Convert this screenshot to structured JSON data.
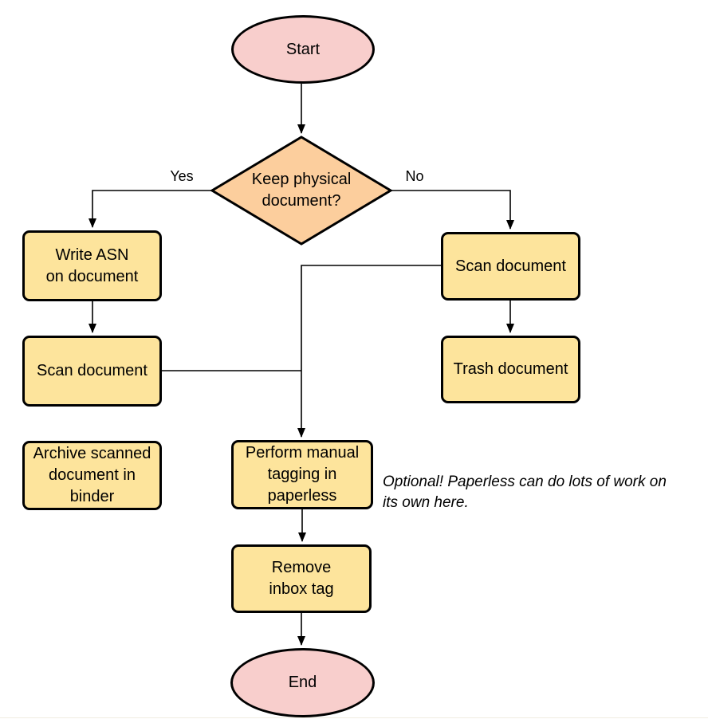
{
  "colors": {
    "terminal_fill": "#f8cecc",
    "decision_fill": "#fcce9d",
    "process_fill": "#fde49c",
    "stroke": "#000000"
  },
  "nodes": {
    "start": {
      "label": "Start"
    },
    "decision": {
      "label": "Keep physical\ndocument?"
    },
    "write_asn": {
      "label": "Write ASN\non document"
    },
    "scan_left": {
      "label": "Scan document"
    },
    "archive": {
      "label": "Archive scanned\ndocument in\nbinder"
    },
    "scan_right": {
      "label": "Scan document"
    },
    "trash": {
      "label": "Trash document"
    },
    "tagging": {
      "label": "Perform manual\ntagging in\npaperless"
    },
    "remove_inbox": {
      "label": "Remove\ninbox tag"
    },
    "end": {
      "label": "End"
    }
  },
  "edge_labels": {
    "yes": "Yes",
    "no": "No"
  },
  "note": {
    "text": "Optional! Paperless can do lots of work on\nits own here."
  }
}
